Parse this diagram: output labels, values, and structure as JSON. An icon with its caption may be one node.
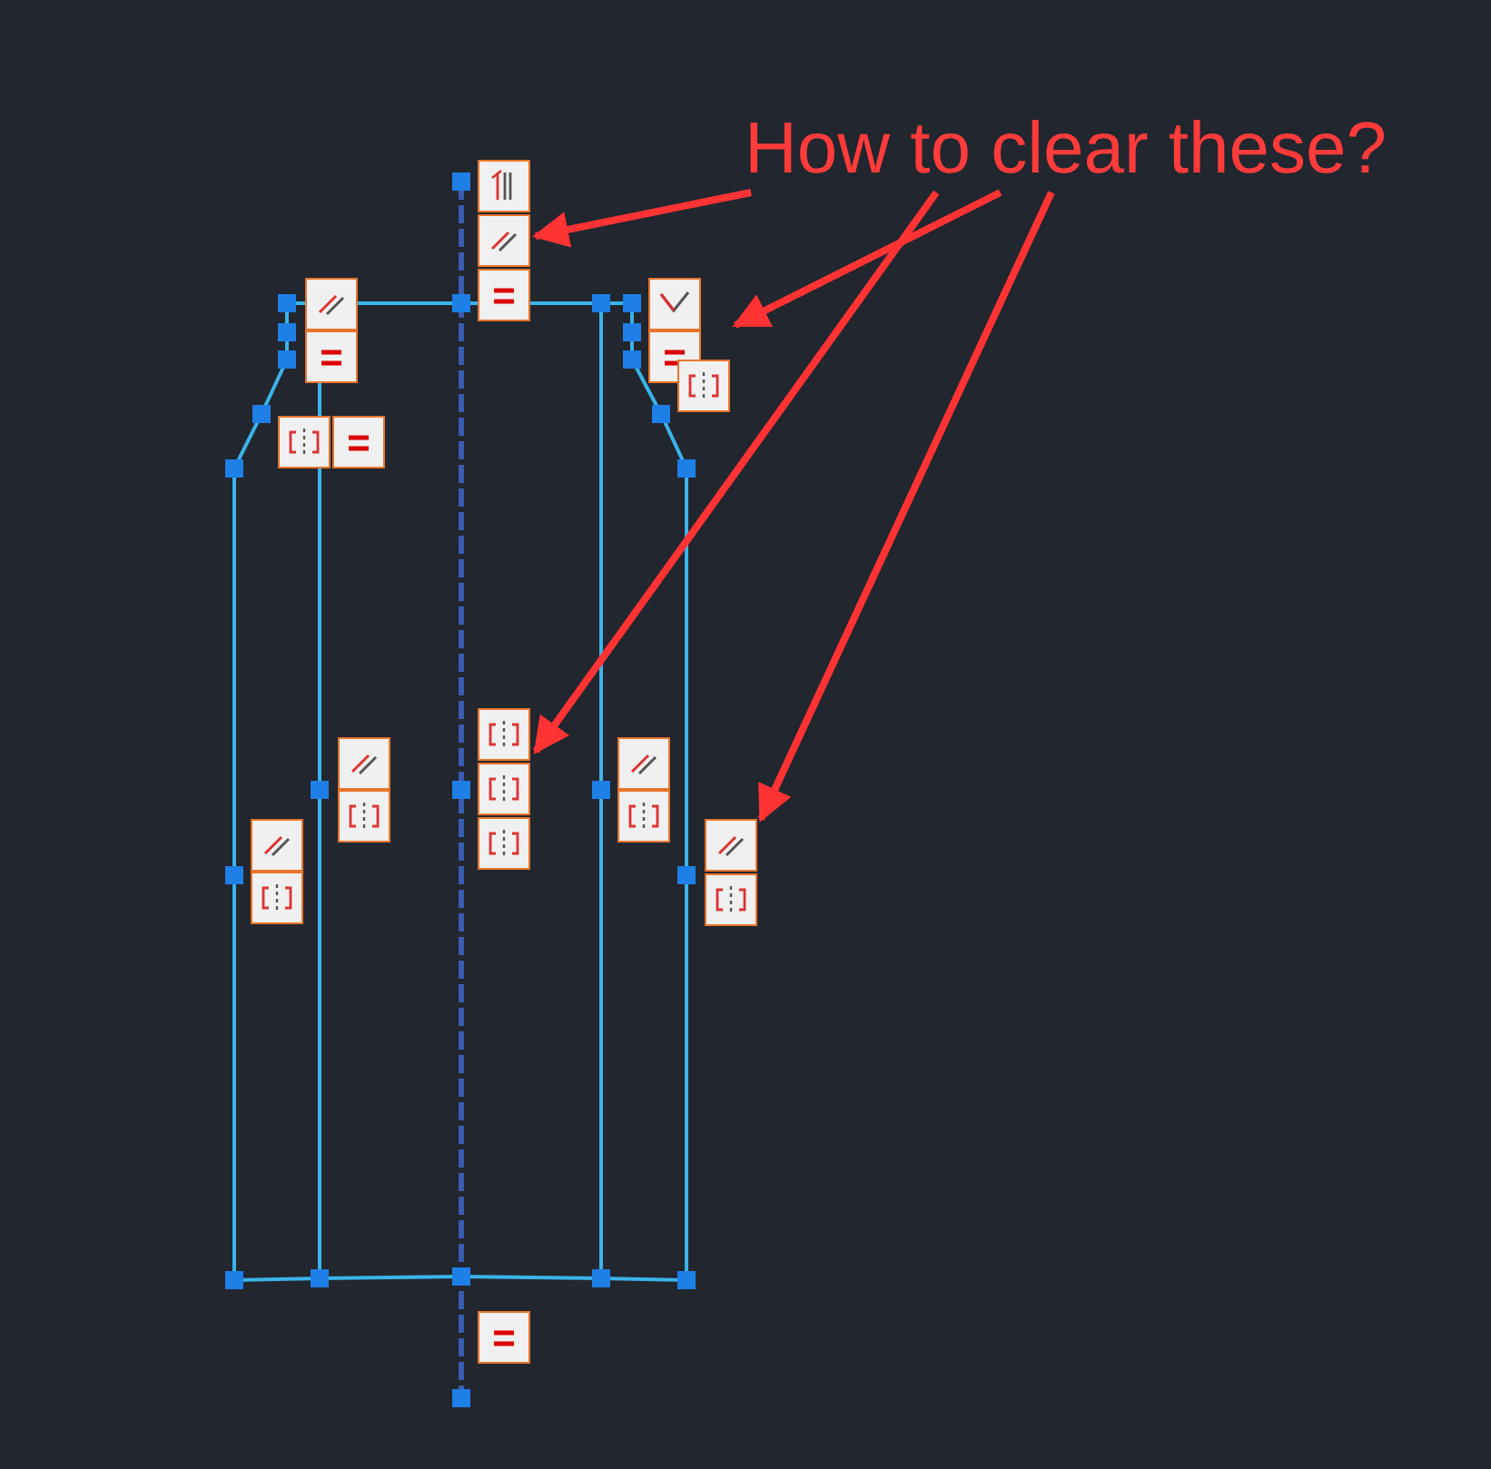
{
  "diagram": {
    "nodes": [
      {
        "text": [
          "How to clear these?"
        ]
      },
      {
        "text": [],
        "shape": "picture"
      },
      {
        "text": [],
        "shape": "picture"
      },
      {
        "text": [],
        "shape": "picture"
      },
      {
        "text": [],
        "shape": "picture"
      }
    ],
    "edges": [
      {
        "from": 0,
        "to": 1,
        "arrow": "to"
      },
      {
        "from": 0,
        "to": 2,
        "arrow": "to"
      },
      {
        "from": 0,
        "to": 3,
        "arrow": "to"
      },
      {
        "from": 0,
        "to": 4,
        "arrow": "to"
      }
    ]
  }
}
